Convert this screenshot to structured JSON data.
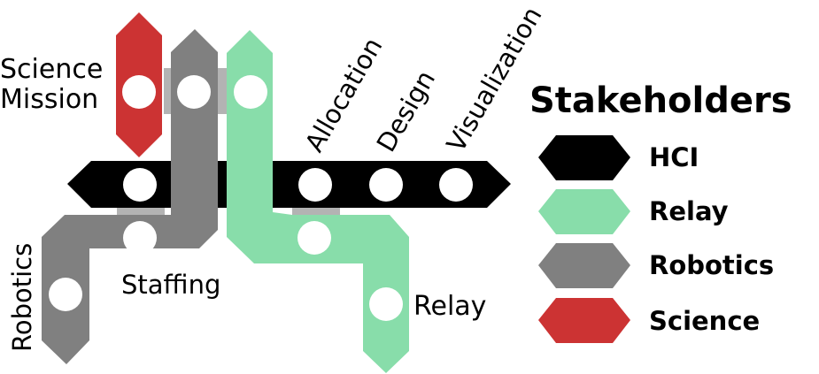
{
  "labels": {
    "science_mission_line1": "Science",
    "science_mission_line2": "Mission",
    "robotics": "Robotics",
    "staffing": "Staffing",
    "allocation": "Allocation",
    "design": "Design",
    "visualization": "Visualization",
    "relay": "Relay"
  },
  "legend": {
    "title": "Stakeholders",
    "items": [
      {
        "label": "HCI",
        "color": "#000000"
      },
      {
        "label": "Relay",
        "color": "#88ddaa"
      },
      {
        "label": "Robotics",
        "color": "#808080"
      },
      {
        "label": "Science",
        "color": "#cc3333"
      }
    ]
  },
  "colors": {
    "hci": "#000000",
    "relay": "#88ddaa",
    "robotics": "#808080",
    "science": "#cc3333",
    "connector": "#b3b3b3",
    "station": "#ffffff"
  }
}
